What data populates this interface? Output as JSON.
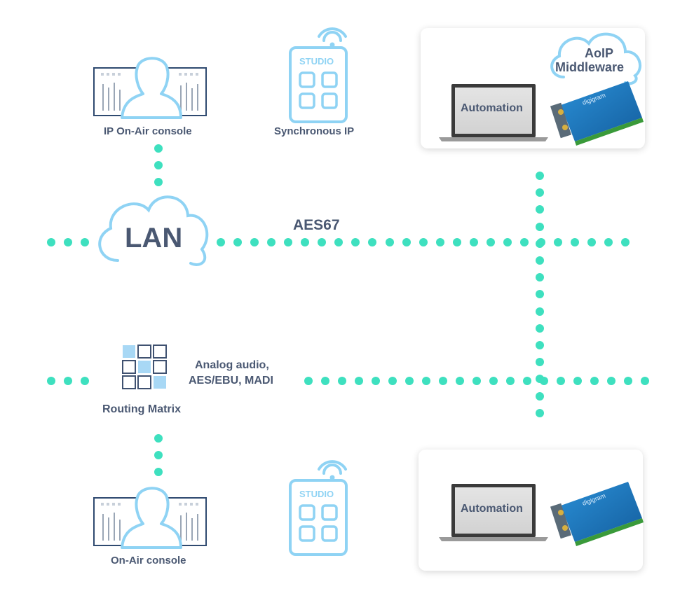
{
  "network": {
    "lan_label": "LAN",
    "aes67_label": "AES67",
    "analog_label_line1": "Analog audio,",
    "analog_label_line2": "AES/EBU, MADI"
  },
  "devices": {
    "ip_console_label": "IP On-Air console",
    "sync_ip_label": "Synchronous IP",
    "studio_label_top": "STUDIO",
    "studio_label_bottom": "STUDIO",
    "routing_matrix_label": "Routing Matrix",
    "onair_console_label": "On-Air console"
  },
  "top_card": {
    "cloud_line1": "AoIP",
    "cloud_line2": "Middleware",
    "laptop_label": "Automation",
    "card_brand": "digigram"
  },
  "bottom_card": {
    "laptop_label": "Automation",
    "card_brand": "digigram"
  },
  "colors": {
    "dots": "#3ee0bf",
    "outline": "#8fd3f4",
    "text": "#4a5872",
    "matrix_fill": "#a8d8f5",
    "card_blue": "#1f7fc4"
  },
  "icons": [
    "person-icon",
    "mixing-desk-icon",
    "wifi-icon",
    "cloud-icon",
    "laptop-icon",
    "audio-card-icon",
    "matrix-grid-icon"
  ]
}
